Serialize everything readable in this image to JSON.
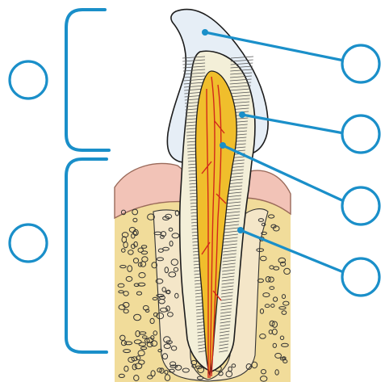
{
  "colors": {
    "line": "#1a8fc9",
    "enamel": "#e6eef6",
    "dentin": "#f3efd8",
    "pulp": "#f0be2c",
    "vessel": "#d2281b",
    "gum": "#f2c3b7",
    "bone": "#f1dc9a",
    "outline": "#222222"
  },
  "icons": [
    "bracket-crown",
    "bracket-root",
    "label-circle"
  ],
  "labels": {
    "crown": "",
    "root": "",
    "enamel": "",
    "dentin": "",
    "pulp": "",
    "root_canal": ""
  }
}
